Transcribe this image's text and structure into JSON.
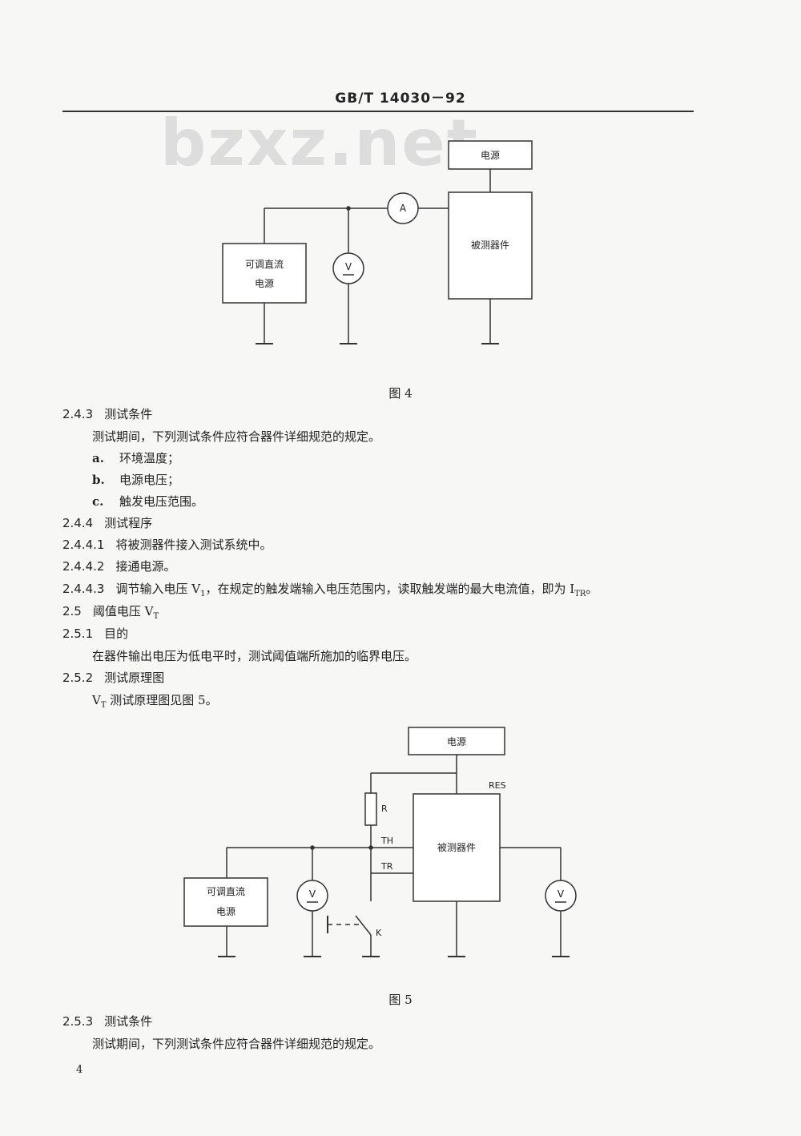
{
  "header": {
    "standard": "GB/T 14030－92"
  },
  "watermark": "bzxz.net",
  "figure4": {
    "power_label": "电源",
    "dut_label": "被测器件",
    "adjustable_line1": "可调直流",
    "adjustable_line2": "电源",
    "ammeter_symbol": "A",
    "voltmeter_symbol": "V",
    "caption": "图 4"
  },
  "sections": {
    "s243": {
      "num": "2.4.3",
      "title": "测试条件",
      "body": "测试期间，下列测试条件应符合器件详细规范的规定。",
      "items": [
        {
          "letter": "a.",
          "text": "环境温度；"
        },
        {
          "letter": "b.",
          "text": "电源电压；"
        },
        {
          "letter": "c.",
          "text": "触发电压范围。"
        }
      ]
    },
    "s244": {
      "num": "2.4.4",
      "title": "测试程序"
    },
    "s2441": {
      "num": "2.4.4.1",
      "text": "将被测器件接入测试系统中。"
    },
    "s2442": {
      "num": "2.4.4.2",
      "text": "接通电源。"
    },
    "s2443": {
      "num": "2.4.4.3",
      "text_a": "调节输入电压 V",
      "sub_a": "1",
      "text_b": "，在规定的触发端输入电压范围内，读取触发端的最大电流值，即为 I",
      "sub_b": "TR",
      "text_c": "。"
    },
    "s25": {
      "num": "2.5",
      "title": "阈值电压 V",
      "sub": "T"
    },
    "s251": {
      "num": "2.5.1",
      "title": "目的",
      "body": "在器件输出电压为低电平时，测试阈值端所施加的临界电压。"
    },
    "s252": {
      "num": "2.5.2",
      "title": "测试原理图",
      "body_a": "V",
      "body_sub": "T",
      "body_b": " 测试原理图见图 5。"
    },
    "s253": {
      "num": "2.5.3",
      "title": "测试条件",
      "body": "测试期间，下列测试条件应符合器件详细规范的规定。"
    }
  },
  "figure5": {
    "power_label": "电源",
    "dut_label": "被测器件",
    "adjustable_line1": "可调直流",
    "adjustable_line2": "电源",
    "res_label": "RES",
    "r_label": "R",
    "th_label": "TH",
    "tr_label": "TR",
    "k_label": "K",
    "voltmeter_symbol": "V",
    "caption": "图 5"
  },
  "page_number": "4"
}
